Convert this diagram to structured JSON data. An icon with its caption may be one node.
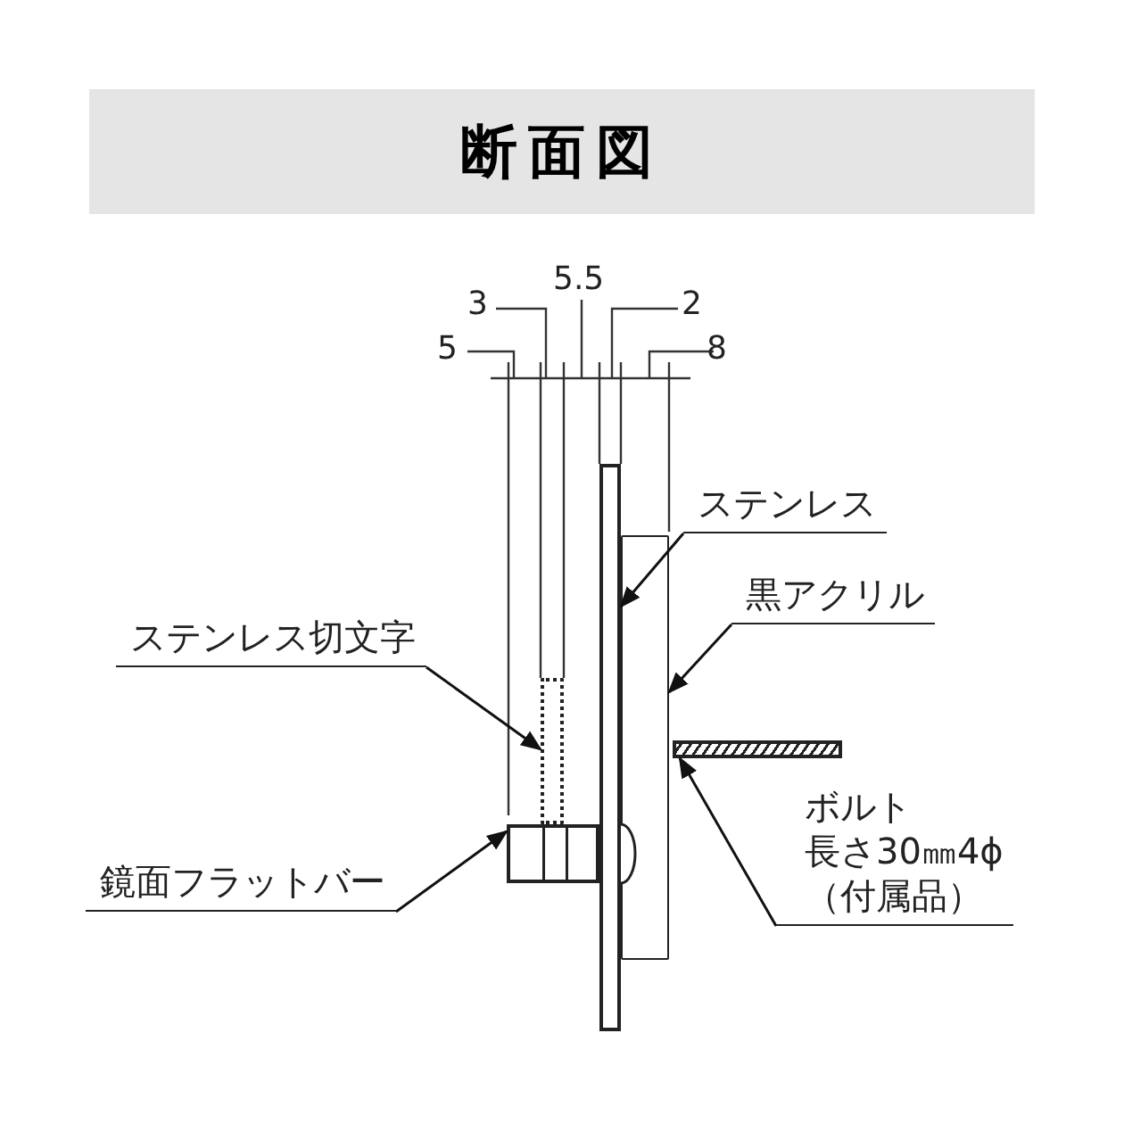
{
  "diagram": {
    "title": "断面図",
    "nodes": [
      {
        "text": [
          "ステンレス"
        ]
      },
      {
        "text": [],
        "shape": "bar"
      },
      {
        "text": [
          "黒アクリル"
        ]
      },
      {
        "text": [],
        "shape": "box"
      },
      {
        "text": [
          "ステンレス切文字"
        ]
      },
      {
        "text": [],
        "shape": "box"
      },
      {
        "text": [
          "鏡面フラットバー"
        ]
      },
      {
        "text": [],
        "shape": "bar"
      },
      {
        "text": [
          "ボルト",
          "長さ30㎜4ϕ",
          "（付属品）"
        ]
      },
      {
        "text": [],
        "shape": "bar"
      }
    ],
    "edges": [
      {
        "from": 0,
        "to": 1,
        "arrow": "to"
      },
      {
        "from": 2,
        "to": 3,
        "arrow": "to"
      },
      {
        "from": 4,
        "to": 5,
        "arrow": "to"
      },
      {
        "from": 6,
        "to": 7,
        "arrow": "to"
      },
      {
        "from": 8,
        "to": 9,
        "arrow": "to"
      }
    ],
    "labels": [
      "5.5",
      "3",
      "2",
      "5",
      "8"
    ]
  }
}
